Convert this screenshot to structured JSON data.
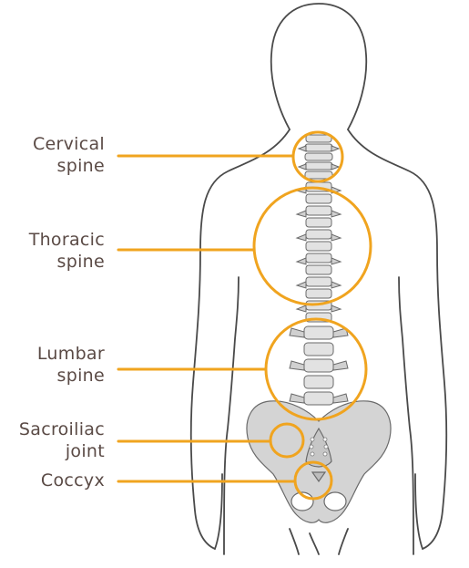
{
  "diagram": {
    "accent_color": "#f0a41f",
    "outline_color": "#4a4a4a",
    "bone_color": "#d4d4d4",
    "labels": {
      "cervical": {
        "line1": "Cervical",
        "line2": "spine"
      },
      "thoracic": {
        "line1": "Thoracic",
        "line2": "spine"
      },
      "lumbar": {
        "line1": "Lumbar",
        "line2": "spine"
      },
      "sacroiliac": {
        "line1": "Sacroiliac",
        "line2": "joint"
      },
      "coccyx": {
        "line1": "Coccyx"
      }
    }
  }
}
